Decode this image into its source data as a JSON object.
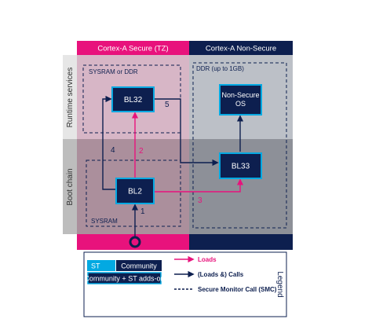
{
  "columns": {
    "secure": "Cortex-A Secure (TZ)",
    "nonsecure": "Cortex-A Non-Secure"
  },
  "rows": {
    "runtime": "Runtime services",
    "boot": "Boot chain"
  },
  "regions": {
    "sysram_or_ddr": "SYSRAM  or DDR",
    "ddr": "DDR (up to 1GB)",
    "sysram": "SYSRAM"
  },
  "nodes": {
    "bl32": "BL32",
    "nonsecure_os_line1": "Non-Secure",
    "nonsecure_os_line2": "OS",
    "bl33": "BL33",
    "bl2": "BL2"
  },
  "steps": {
    "s1": "1",
    "s2": "2",
    "s3": "3",
    "s4": "4",
    "s5": "5"
  },
  "legend": {
    "title": "Legend",
    "st": "ST",
    "community": "Community",
    "community_st": "Community + ST adds-on",
    "loads": "Loads",
    "loads_calls": "(Loads &) Calls",
    "smc": "Secure Monitor Call (SMC)"
  },
  "colors": {
    "magenta": "#e8127c",
    "navy": "#0d1f4f",
    "st_blue": "#03a9e2",
    "secure_runtime_bg": "#d7b6c6",
    "secure_boot_bg": "#ab8f9c",
    "nonsecure_runtime_bg": "#bcc0c7",
    "nonsecure_boot_bg": "#8d9098",
    "side_top_bg": "#e6e6e6",
    "side_bottom_bg": "#bdbdbd"
  }
}
